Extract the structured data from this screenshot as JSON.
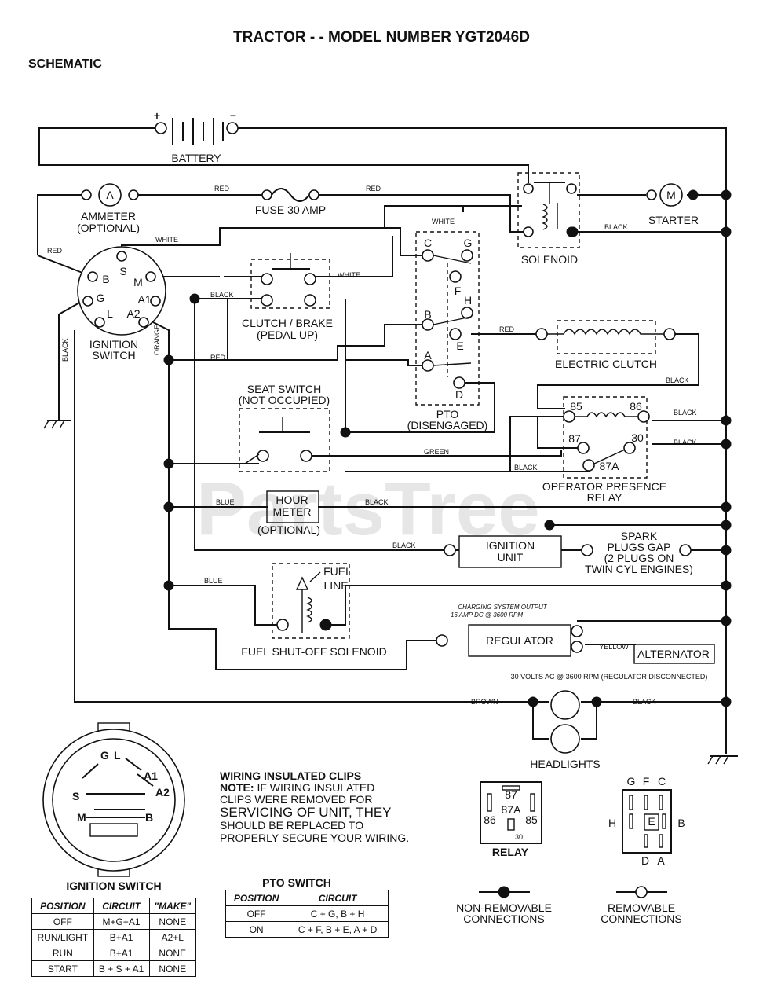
{
  "header": {
    "title": "TRACTOR - - MODEL NUMBER YGT2046D",
    "section": "SCHEMATIC"
  },
  "watermark": "PartsTree",
  "components": {
    "battery": "BATTERY",
    "battery_plus": "+",
    "battery_minus": "−",
    "ammeter": "AMMETER",
    "ammeter_optional": "(OPTIONAL)",
    "ammeter_symbol": "A",
    "fuse": "FUSE 30 AMP",
    "solenoid": "SOLENOID",
    "starter": "STARTER",
    "starter_symbol": "M",
    "ignition_switch_l1": "IGNITION",
    "ignition_switch_l2": "SWITCH",
    "clutch_brake_l1": "CLUTCH / BRAKE",
    "clutch_brake_l2": "(PEDAL UP)",
    "seat_switch_l1": "SEAT SWITCH",
    "seat_switch_l2": "(NOT OCCUPIED)",
    "pto_l1": "PTO",
    "pto_l2": "(DISENGAGED)",
    "electric_clutch": "ELECTRIC CLUTCH",
    "opr_l1": "OPERATOR PRESENCE",
    "opr_l2": "RELAY",
    "hour_meter_l1": "HOUR",
    "hour_meter_l2": "METER",
    "hour_meter_optional": "(OPTIONAL)",
    "ignition_unit_l1": "IGNITION",
    "ignition_unit_l2": "UNIT",
    "spark_l1": "SPARK",
    "spark_l2": "PLUGS GAP",
    "spark_l3": "(2 PLUGS ON",
    "spark_l4": "TWIN CYL  ENGINES)",
    "fuel_line_l1": "FUEL",
    "fuel_line_l2": "LINE",
    "fuel_solenoid": "FUEL SHUT-OFF SOLENOID",
    "charging_l1": "CHARGING SYSTEM OUTPUT",
    "charging_l2": "16 AMP DC @ 3600 RPM",
    "regulator": "REGULATOR",
    "alternator": "ALTERNATOR",
    "alt_note": "30 VOLTS AC @ 3600 RPM (REGULATOR DISCONNECTED)",
    "headlights": "HEADLIGHTS"
  },
  "terminals": {
    "ign": {
      "B": "B",
      "S": "S",
      "M": "M",
      "G": "G",
      "A1": "A1",
      "L": "L",
      "A2": "A2"
    },
    "pto": {
      "C": "C",
      "G": "G",
      "F": "F",
      "H": "H",
      "B": "B",
      "E": "E",
      "A": "A",
      "D": "D"
    },
    "relay": {
      "t85": "85",
      "t86": "86",
      "t87": "87",
      "t30": "30",
      "t87A": "87A"
    }
  },
  "wires": {
    "red": "RED",
    "white": "WHITE",
    "black": "BLACK",
    "orange": "ORANGE",
    "green": "GREEN",
    "blue": "BLUE",
    "yellow": "YELLOW",
    "brown": "BROWN"
  },
  "ignition_diagram": {
    "title": "IGNITION SWITCH",
    "labels": {
      "G": "G",
      "L": "L",
      "A1": "A1",
      "A2": "A2",
      "S": "S",
      "M": "M",
      "B": "B"
    },
    "columns": [
      "POSITION",
      "CIRCUIT",
      "\"MAKE\""
    ],
    "rows": [
      [
        "OFF",
        "M+G+A1",
        "NONE"
      ],
      [
        "RUN/LIGHT",
        "B+A1",
        "A2+L"
      ],
      [
        "RUN",
        "B+A1",
        "NONE"
      ],
      [
        "START",
        "B + S + A1",
        "NONE"
      ]
    ]
  },
  "pto_switch": {
    "title": "PTO SWITCH",
    "columns": [
      "POSITION",
      "CIRCUIT"
    ],
    "rows": [
      [
        "OFF",
        "C + G, B + H"
      ],
      [
        "ON",
        "C + F, B + E, A + D"
      ]
    ]
  },
  "note": {
    "l1": "WIRING INSULATED CLIPS",
    "l2a": "NOTE:",
    "l2b": " IF WIRING INSULATED",
    "l3": "CLIPS WERE REMOVED FOR",
    "l4": "SERVICING OF UNIT, THEY",
    "l5": "SHOULD BE REPLACED TO",
    "l6": "PROPERLY SECURE YOUR WIRING."
  },
  "relay_legend": {
    "title": "RELAY",
    "t87": "87",
    "t87A": "87A",
    "t86": "86",
    "t85": "85",
    "t30": "30"
  },
  "pto_legend": {
    "G": "G",
    "F": "F",
    "C": "C",
    "H": "H",
    "E": "E",
    "B": "B",
    "D": "D",
    "A": "A"
  },
  "legend": {
    "non_removable_l1": "NON-REMOVABLE",
    "non_removable_l2": "CONNECTIONS",
    "removable_l1": "REMOVABLE",
    "removable_l2": "CONNECTIONS"
  }
}
